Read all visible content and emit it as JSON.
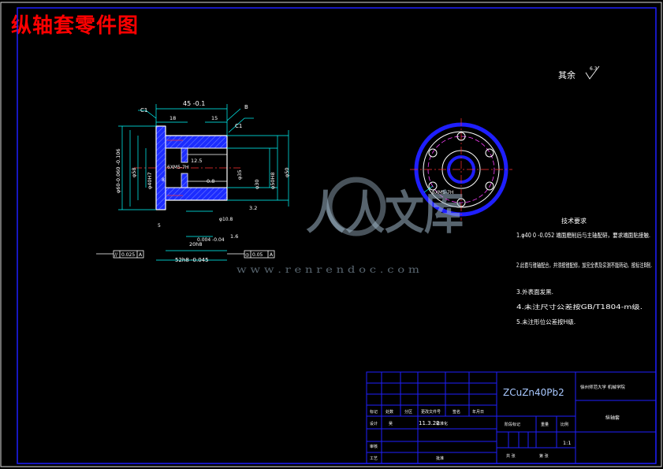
{
  "title": "纵轴套零件图",
  "surface_note": {
    "label": "其余",
    "value": "6.3"
  },
  "section_label": "B",
  "chamfer_labels": [
    "C1",
    "C1"
  ],
  "dims": {
    "overall_length": "45 -0.1",
    "length_18": "18",
    "length_15": "15",
    "length_8": "8",
    "length_5": "5",
    "len_20": "20h8",
    "len_52": "52h8 -0.045",
    "d1": "φ60-0.060 -0.106",
    "d2": "φ58",
    "d3": "φ50",
    "d4": "φ50H8",
    "d5": "φ40H7",
    "d6": "φ35",
    "d7": "φ30",
    "thread": "6XM5-7H",
    "ra_values": [
      "3.2",
      "1.6",
      "12.5",
      "3.2",
      "0.8",
      "1.6"
    ],
    "tolerance_frame_left": [
      "//",
      "0.025",
      "A"
    ],
    "tolerance_frame_right": [
      "◎",
      "0.05",
      "A"
    ],
    "note_d": "φ10.8",
    "note_s": "0.004 -0.04"
  },
  "tech_requirements": {
    "heading": "技术要求",
    "items": [
      "1.φ40 0 -0.052 端面磨削后与主轴配研，要求端面贴接触.",
      "2.此套与锥轴配合，并须按锥配修，加完全表及实测不能转动，按标注B制.",
      "3.外表面发黑.",
      "4.未注尺寸公差按GB/T1804-m级.",
      "5.未注形位公差按H级."
    ]
  },
  "title_block": {
    "material": "ZCuZn40Pb2",
    "school": "徐州师范大学  机械学院",
    "part_name": "纵轴套",
    "scale": "1:1",
    "date": "11.3.22",
    "designer": "吴",
    "labels": {
      "mark": "标记",
      "count": "处数",
      "zone": "分区",
      "change_doc": "更改文件号",
      "sign": "签名",
      "ymd": "年月日",
      "design": "设计",
      "standardize": "标准化",
      "stage_mark": "阶段标记",
      "weight": "重量",
      "scale": "比例",
      "review": "审核",
      "process": "工艺",
      "approve": "批准",
      "sheet_total": "共  张",
      "sheet_no": "第  张"
    }
  },
  "watermark": {
    "cn": "人人文库",
    "url": "w w w . r e n r e n d o c . c o m"
  }
}
